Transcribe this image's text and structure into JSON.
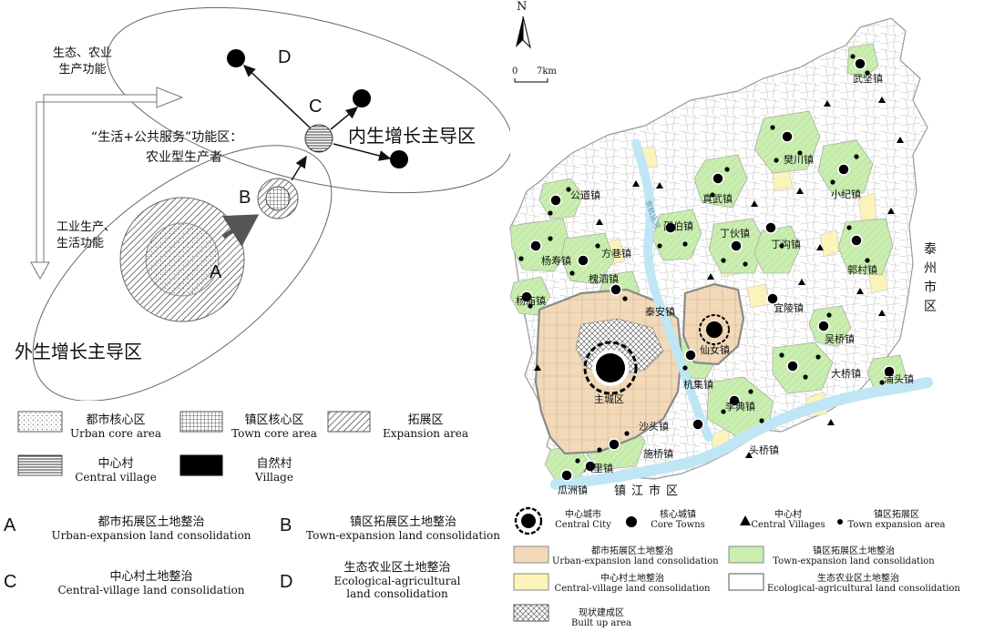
{
  "diagram": {
    "node_labels": {
      "a": "A",
      "b": "B",
      "c": "C",
      "d": "D"
    },
    "label_eco_function": [
      "生态、农业",
      "生产功能"
    ],
    "label_service_area": "“生活+公共服务”功能区：",
    "label_producer": "农业型生产者",
    "label_endogenous": "内生增长主导区",
    "label_industry_function": [
      "工业生产、",
      "生活功能"
    ],
    "label_exogenous": "外生增长主导区"
  },
  "pattern_legend": [
    {
      "cn": "都市核心区",
      "en": "Urban core area"
    },
    {
      "cn": "镇区核心区",
      "en": "Town core area"
    },
    {
      "cn": "拓展区",
      "en": "Expansion area"
    },
    {
      "cn": "中心村",
      "en": "Central village"
    },
    {
      "cn": "自然村",
      "en": "Village"
    }
  ],
  "consolidation_legend": [
    {
      "code": "A",
      "cn": "都市拓展区土地整治",
      "en": [
        "Urban-expansion land consolidation"
      ]
    },
    {
      "code": "B",
      "cn": "镇区拓展区土地整治",
      "en": [
        "Town-expansion land consolidation"
      ]
    },
    {
      "code": "C",
      "cn": "中心村土地整治",
      "en": [
        "Central-village land consolidation"
      ]
    },
    {
      "code": "D",
      "cn": "生态农业区土地整治",
      "en": [
        "Ecological-agricultural",
        "land consolidation"
      ]
    }
  ],
  "map": {
    "north": "N",
    "scale": {
      "start": "0",
      "end": "7km"
    },
    "neighbor_east": "泰州市区",
    "neighbor_south": "镇江市区",
    "towns": [
      "武坚镇",
      "樊川镇",
      "真武镇",
      "小纪镇",
      "公道镇",
      "邵伯镇",
      "丁伙镇",
      "丁沟镇",
      "方巷镇",
      "杨寿镇",
      "槐泗镇",
      "郭村镇",
      "杨庙镇",
      "泰安镇",
      "宜陵镇",
      "仙女镇",
      "吴桥镇",
      "主城区",
      "大桥镇",
      "浦头镇",
      "杭集镇",
      "李典镇",
      "沙头镇",
      "头桥镇",
      "施桥镇",
      "八里镇",
      "瓜洲镇"
    ],
    "river_label": "京杭运河"
  },
  "map_legend": [
    {
      "cn": "中心城市",
      "en": "Central City"
    },
    {
      "cn": "核心城镇",
      "en": "Core Towns"
    },
    {
      "cn": "中心村",
      "en": "Central Villages"
    },
    {
      "cn": "镇区拓展区",
      "en": "Town expansion area"
    },
    {
      "cn": "都市拓展区土地整治",
      "en": "Urban-expansion land consolidation"
    },
    {
      "cn": "镇区拓展区土地整治",
      "en": "Town-expansion land consolidation"
    },
    {
      "cn": "中心村土地整治",
      "en": "Central-village land consolidation"
    },
    {
      "cn": "生态农业区土地整治",
      "en": "Ecological-agricultural land consolidation"
    },
    {
      "cn": "现状建成区",
      "en": "Built up area"
    }
  ],
  "colors": {
    "urban_expansion": "#f2d9b8",
    "town_expansion": "#c9eeb0",
    "central_village": "#fbf3b9",
    "water": "#bfe6f5",
    "map_border": "#bdbdbd"
  }
}
